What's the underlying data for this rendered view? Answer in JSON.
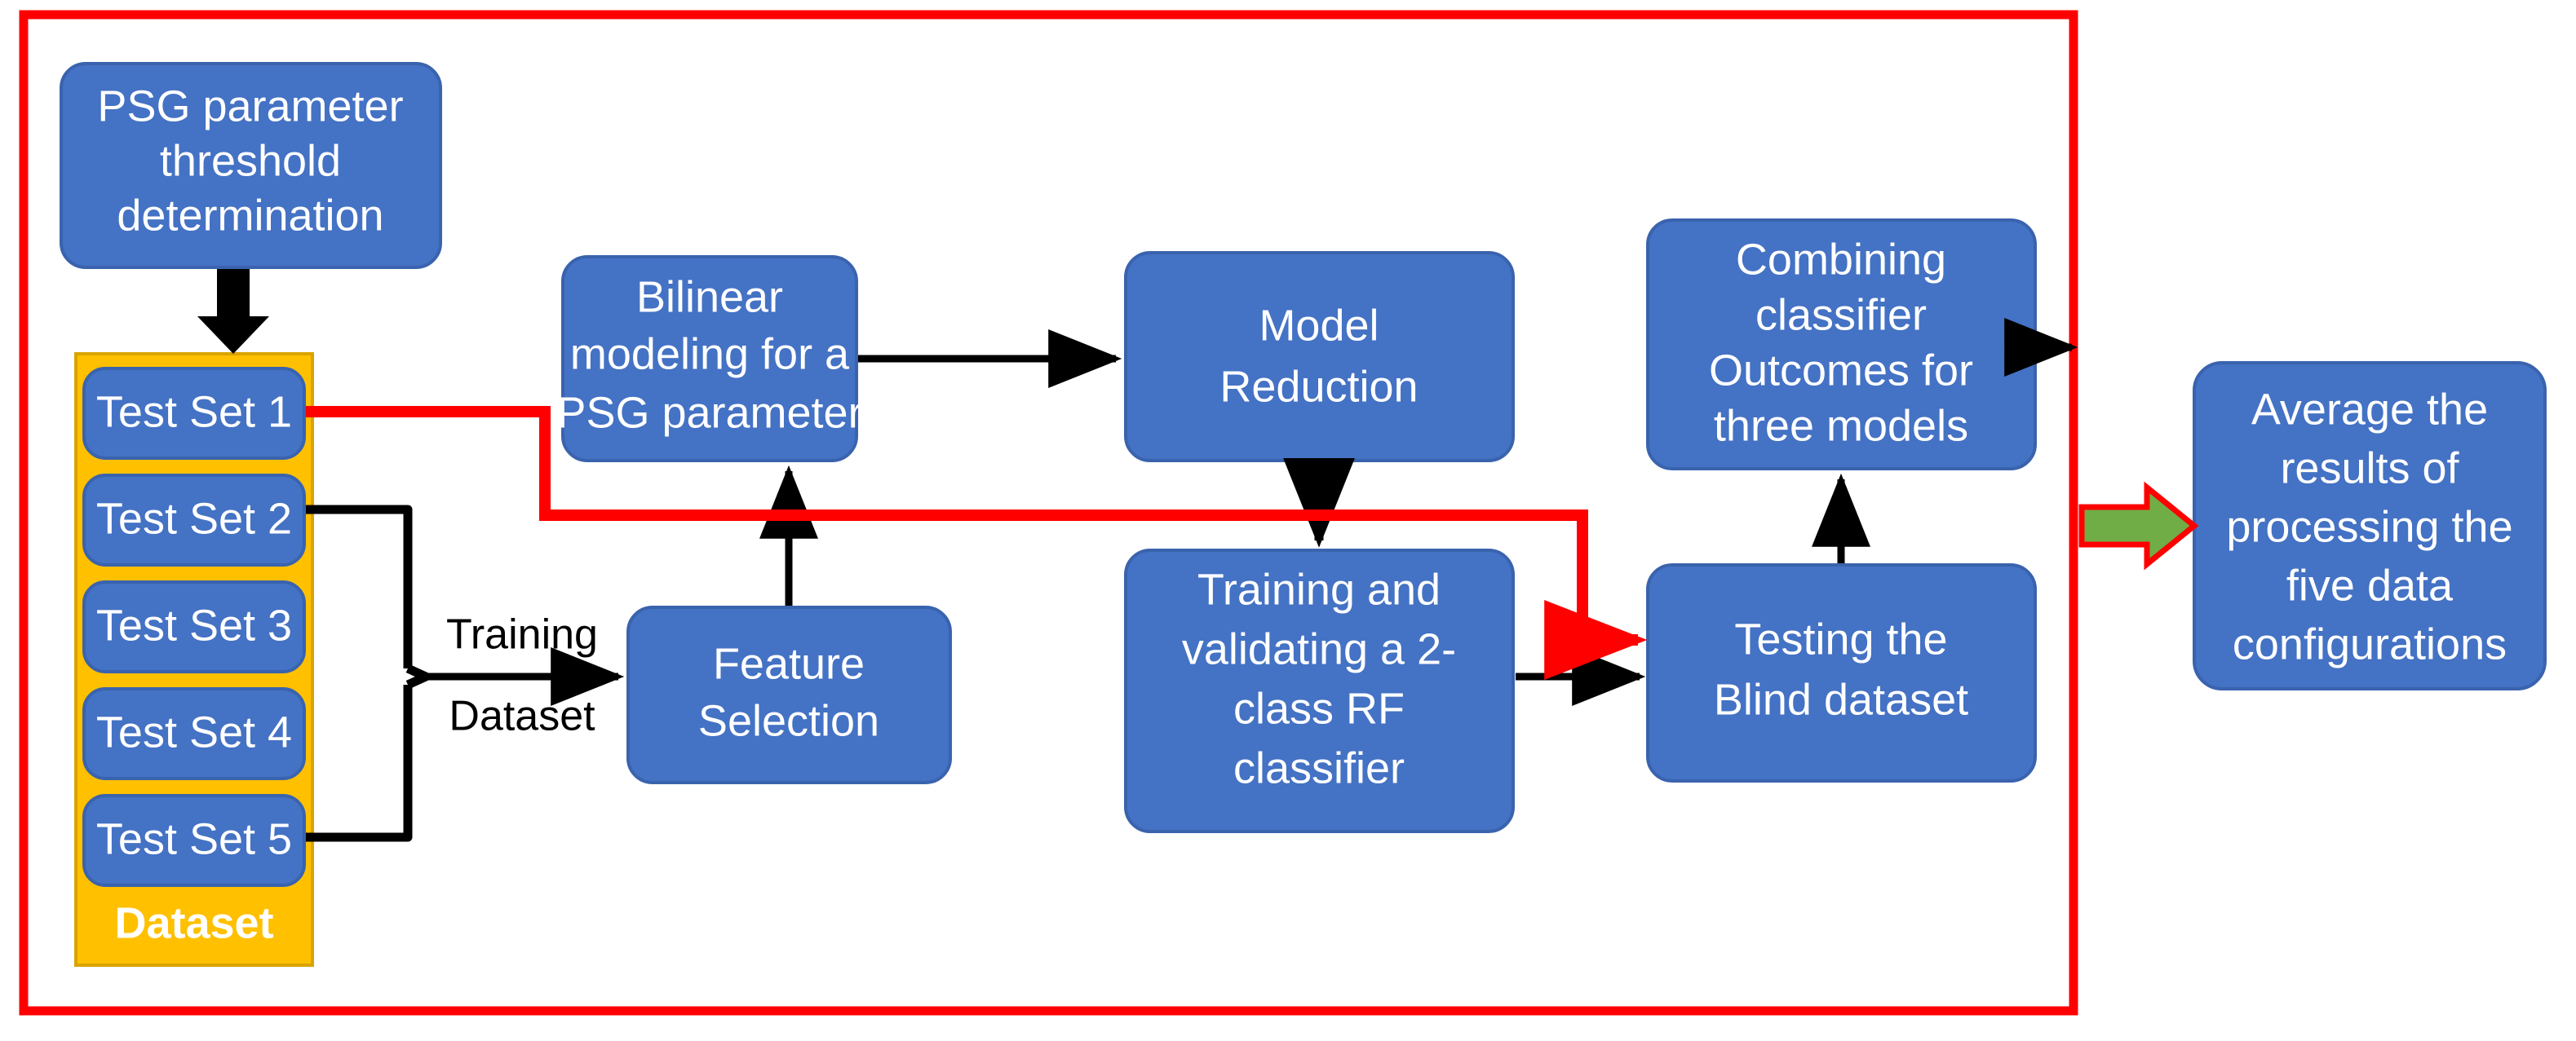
{
  "diagram": {
    "title": "PSG parameter classification pipeline flowchart",
    "colors": {
      "node_fill": "#4472C4",
      "node_stroke": "#3A63AE",
      "dataset_fill": "#FFC000",
      "dataset_stroke": "#D9A400",
      "border": "#FF0000",
      "arrow_black": "#000000",
      "arrow_red": "#FF0000",
      "arrow_green": "#70AD47",
      "text_on_node": "#FFFFFF",
      "text_label": "#000000",
      "background": "#FFFFFF"
    },
    "border": {
      "name": "outer-red-border",
      "color": "#FF0000"
    },
    "nodes": [
      {
        "id": "psg-threshold",
        "label": "PSG parameter threshold determination",
        "lines": [
          "PSG parameter",
          "threshold",
          "determination"
        ],
        "kind": "process"
      },
      {
        "id": "bilinear-modeling",
        "label": "Bilinear modeling for a PSG parameter",
        "lines": [
          "Bilinear",
          "modeling for a",
          "PSG parameter"
        ],
        "kind": "process"
      },
      {
        "id": "model-reduction",
        "label": "Model Reduction",
        "lines": [
          "Model",
          "Reduction"
        ],
        "kind": "process"
      },
      {
        "id": "combining-classifier",
        "label": "Combining classifier Outcomes for three models",
        "lines": [
          "Combining",
          "classifier",
          "Outcomes for",
          "three models"
        ],
        "kind": "process"
      },
      {
        "id": "average-results",
        "label": "Average the results of processing the five data configurations",
        "lines": [
          "Average the",
          "results of",
          "processing the",
          "five data",
          "configurations"
        ],
        "kind": "process"
      },
      {
        "id": "feature-selection",
        "label": "Feature Selection",
        "lines": [
          "Feature",
          "Selection"
        ],
        "kind": "process"
      },
      {
        "id": "training-validating",
        "label": "Training and validating a 2-class RF classifier",
        "lines": [
          "Training and",
          "validating a 2-",
          "class RF",
          "classifier"
        ],
        "kind": "process"
      },
      {
        "id": "testing-blind",
        "label": "Testing the Blind dataset",
        "lines": [
          "Testing the",
          "Blind dataset"
        ],
        "kind": "process"
      }
    ],
    "dataset_stack": {
      "container_label": "Dataset",
      "items": [
        {
          "id": "test-set-1",
          "label": "Test Set 1"
        },
        {
          "id": "test-set-2",
          "label": "Test Set 2"
        },
        {
          "id": "test-set-3",
          "label": "Test Set 3"
        },
        {
          "id": "test-set-4",
          "label": "Test Set 4"
        },
        {
          "id": "test-set-5",
          "label": "Test Set 5"
        }
      ]
    },
    "edge_labels": [
      {
        "id": "training-dataset",
        "line1": "Training",
        "line2": "Dataset"
      }
    ],
    "connectors": [
      {
        "id": "psg-to-dataset",
        "from": "psg-threshold",
        "to": "dataset-stack",
        "color": "#000000",
        "style": "thick-down-arrow"
      },
      {
        "id": "bilinear-to-model-reduction",
        "from": "bilinear-modeling",
        "to": "model-reduction",
        "color": "#000000",
        "style": "arrow-right"
      },
      {
        "id": "model-reduction-to-training",
        "from": "model-reduction",
        "to": "training-validating",
        "color": "#000000",
        "style": "arrow-down"
      },
      {
        "id": "feature-selection-to-bilinear",
        "from": "feature-selection",
        "to": "bilinear-modeling",
        "color": "#000000",
        "style": "arrow-up"
      },
      {
        "id": "testsets-to-feature-selection",
        "from": "test-set-2..5",
        "to": "feature-selection",
        "color": "#000000",
        "style": "brace-then-arrow-right"
      },
      {
        "id": "training-to-testing-blind",
        "from": "training-validating",
        "to": "testing-blind",
        "color": "#000000",
        "style": "arrow-right"
      },
      {
        "id": "testing-blind-to-combining",
        "from": "testing-blind",
        "to": "combining-classifier",
        "color": "#000000",
        "style": "arrow-up"
      },
      {
        "id": "combining-to-border",
        "from": "combining-classifier",
        "to": "outer-red-border",
        "color": "#000000",
        "style": "arrow-right"
      },
      {
        "id": "testset1-to-testing-blind",
        "from": "test-set-1",
        "to": "testing-blind",
        "color": "#FF0000",
        "style": "red-routed-arrow"
      },
      {
        "id": "border-to-average",
        "from": "outer-red-border",
        "to": "average-results",
        "color": "#70AD47",
        "style": "block-arrow-right"
      }
    ]
  }
}
